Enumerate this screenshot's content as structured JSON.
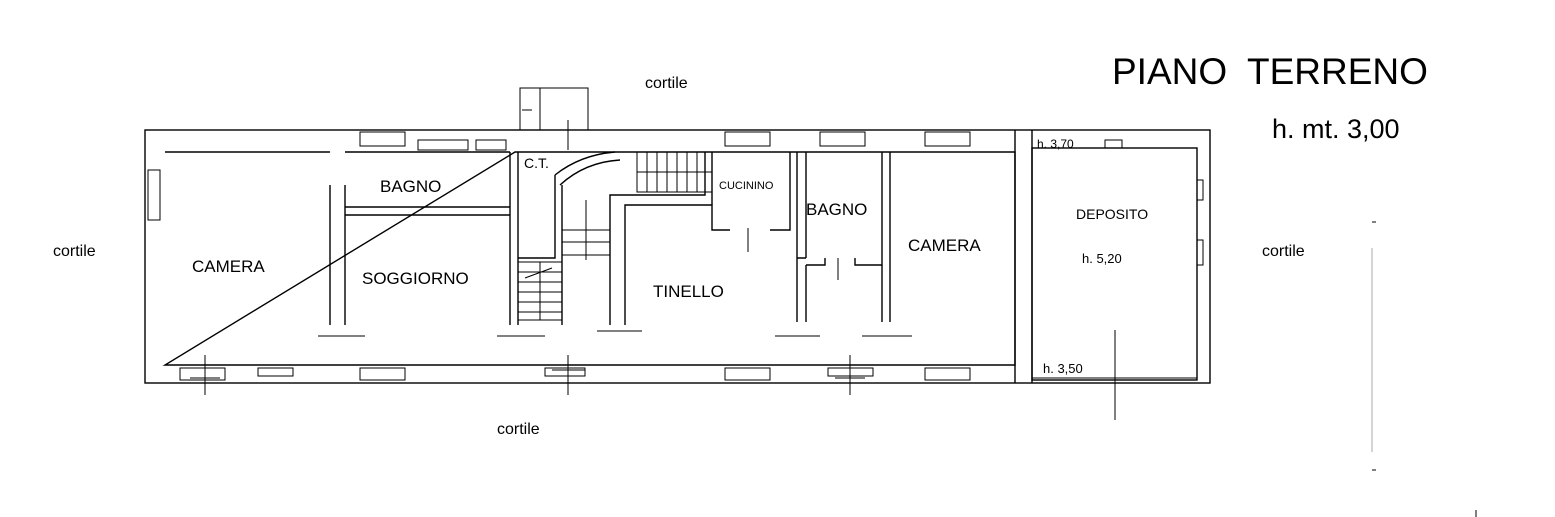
{
  "title": "PIANO  TERRENO",
  "subtitle": "h. mt. 3,00",
  "outside": {
    "top": "cortile",
    "left": "cortile",
    "right": "cortile",
    "bottom": "cortile"
  },
  "rooms": {
    "camera_left": "CAMERA",
    "bagno_left": "BAGNO",
    "soggiorno": "SOGGIORNO",
    "ct": "C.T.",
    "cucinino": "CUCININO",
    "tinello": "TINELLO",
    "bagno_right": "BAGNO",
    "camera_right": "CAMERA",
    "deposito": "DEPOSITO"
  },
  "heights": {
    "deposito_top": "h. 3,70",
    "deposito_center": "h. 5,20",
    "deposito_bottom": "h. 3,50"
  }
}
